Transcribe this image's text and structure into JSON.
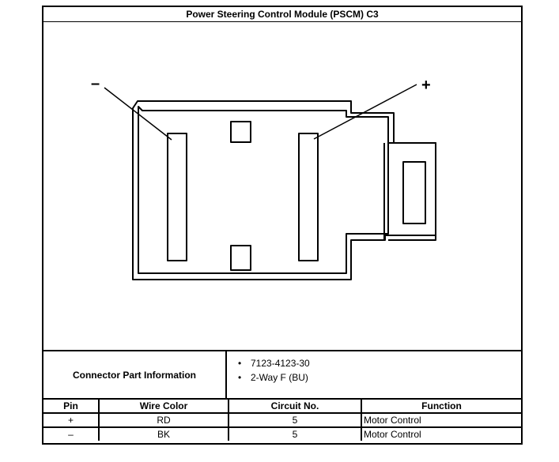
{
  "title": "Power Steering Control Module (PSCM) C3",
  "diagram": {
    "pin_minus_label": "–",
    "pin_plus_label": "+"
  },
  "connector_info": {
    "label": "Connector Part Information",
    "items": [
      "7123-4123-30",
      "2-Way F (BU)"
    ]
  },
  "pin_table": {
    "headers": [
      "Pin",
      "Wire Color",
      "Circuit No.",
      "Function"
    ],
    "rows": [
      [
        "+",
        "RD",
        "5",
        "Motor Control"
      ],
      [
        "–",
        "BK",
        "5",
        "Motor Control"
      ]
    ]
  }
}
